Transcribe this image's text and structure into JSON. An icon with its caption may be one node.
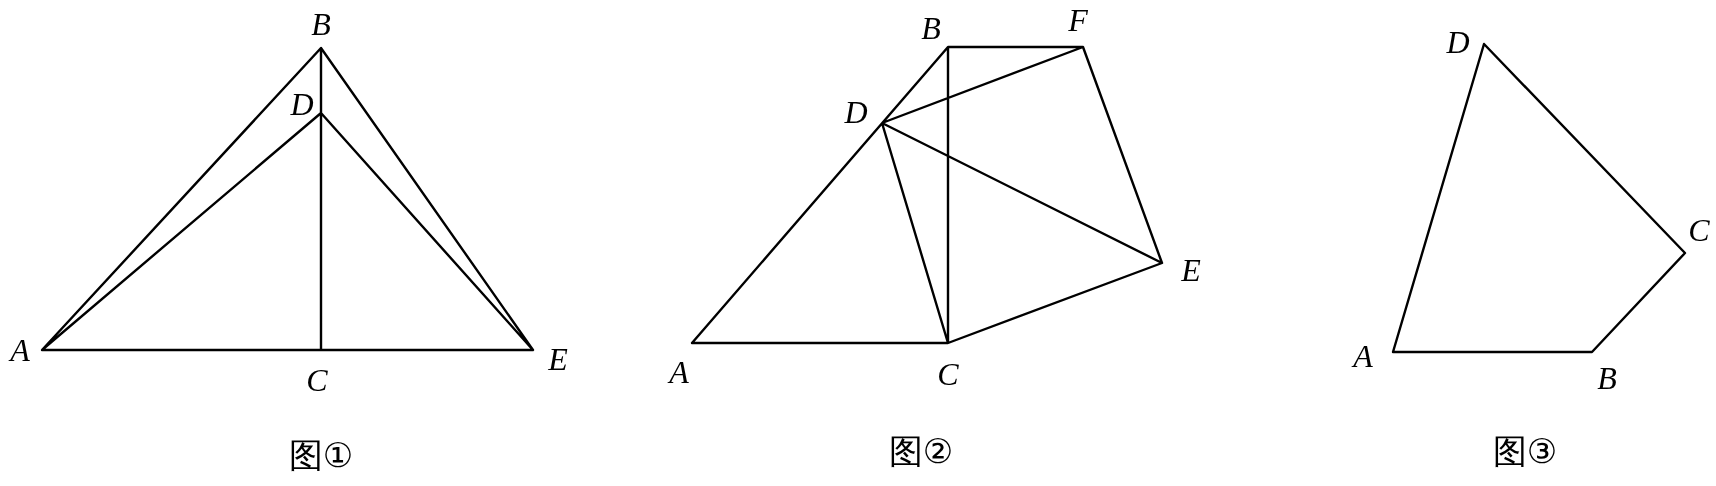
{
  "diagram": {
    "labels": [
      "B",
      "D",
      "A",
      "C",
      "E",
      "图①",
      "B",
      "F",
      "D",
      "E",
      "A",
      "C",
      "图②",
      "D",
      "C",
      "A",
      "B",
      "图③"
    ]
  }
}
